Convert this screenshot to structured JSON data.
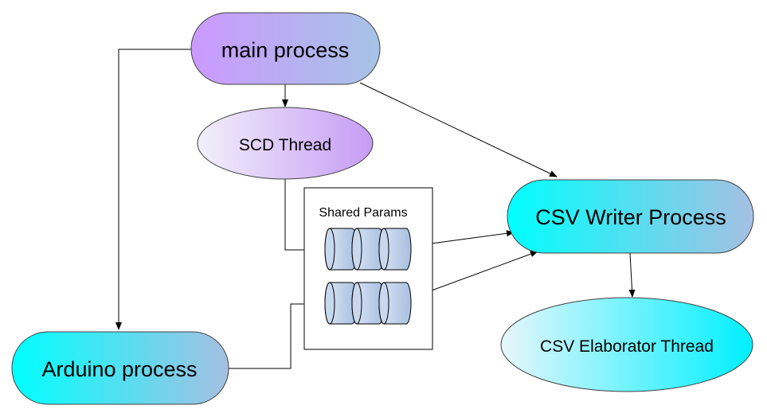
{
  "nodes": {
    "main_process": "main process",
    "scd_thread": "SCD Thread",
    "shared_params": "Shared Params",
    "csv_writer_process": "CSV Writer Process",
    "arduino_process": "Arduino process",
    "csv_elaborator_thread": "CSV Elaborator Thread"
  },
  "colors": {
    "purple": "#cc99ff",
    "lavender_blue": "#9db9e8",
    "cyan": "#00ffff",
    "steel_blue": "#a6bfe2",
    "light_lavender": "#e8e4fb",
    "stroke": "#404040"
  },
  "icons": {
    "queue_cylinder": "queue-cylinder-icon"
  }
}
